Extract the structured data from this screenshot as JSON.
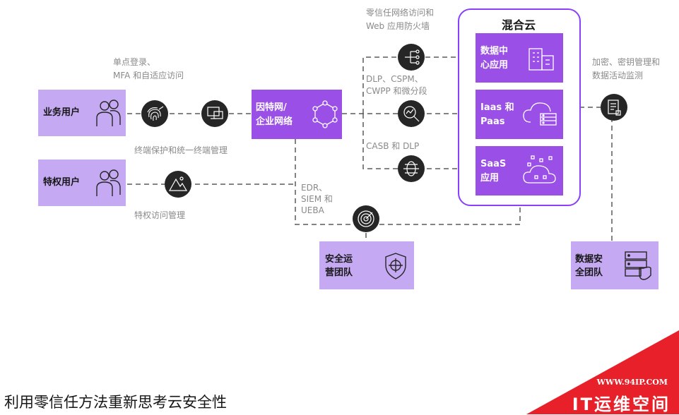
{
  "labels": {
    "sso_line1": "单点登录、",
    "sso_line2": "MFA 和自适应访问",
    "endpoint": "终端保护和统一终端管理",
    "privileged_access": "特权访问管理",
    "zt_line1": "零信任网络访问和",
    "zt_line2": "Web 应用防火墙",
    "dlp_line1": "DLP、CSPM、",
    "dlp_line2": "CWPP 和微分段",
    "casb": "CASB 和 DLP",
    "edr_line1": "EDR、",
    "edr_line2": "SIEM 和",
    "edr_line3": "UEBA",
    "enc_line1": "加密、密钥管理和",
    "enc_line2": "数据活动监测"
  },
  "boxes": {
    "business_users": "业务用户",
    "privileged_users": "特权用户",
    "internet_line1": "因特网/",
    "internet_line2": "企业网络",
    "hybrid_cloud": "混合云",
    "datacenter_line1": "数据中",
    "datacenter_line2": "心应用",
    "iaas_line1": "Iaas 和",
    "iaas_line2": "Paas",
    "saas_line1": "SaaS",
    "saas_line2": "应用",
    "secops_line1": "安全运",
    "secops_line2": "营团队",
    "datasec_line1": "数据安",
    "datasec_line2": "全团队"
  },
  "footer": {
    "title": "利用零信任方法重新思考云安全性"
  },
  "watermark": {
    "url": "WWW.94IP.COM",
    "name": "IT运维空间"
  },
  "colors": {
    "light_purple": "#c5a9f2",
    "dark_purple": "#9a4fe6",
    "hybrid_border": "#8a3ffc",
    "circle": "#262626",
    "line": "#5a5a5a",
    "watermark_red": "#e8202a"
  }
}
